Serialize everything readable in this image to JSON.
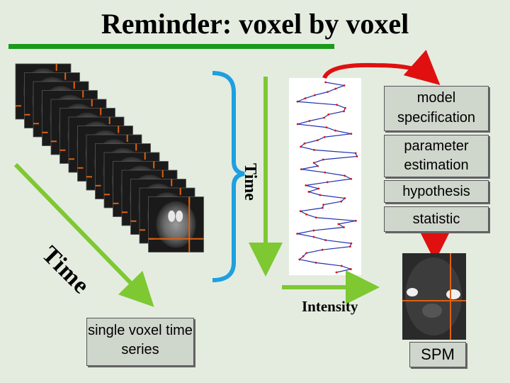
{
  "title": "Reminder: voxel by voxel",
  "boxes": {
    "model_spec": "model specification",
    "param_est": "parameter estimation",
    "hypothesis": "hypothesis",
    "statistic": "statistic",
    "single_voxel": "single voxel time series",
    "spm": "SPM"
  },
  "labels": {
    "time_vertical": "Time",
    "time_diagonal": "Time",
    "intensity": "Intensity"
  },
  "colors": {
    "green": "#7ec832",
    "blue": "#1ea0e0",
    "red": "#e01010",
    "orange": "#e06010",
    "trace": "#2030b0"
  },
  "icons": [
    "brain-slice-stack",
    "spm-map-image",
    "time-series-plot"
  ]
}
